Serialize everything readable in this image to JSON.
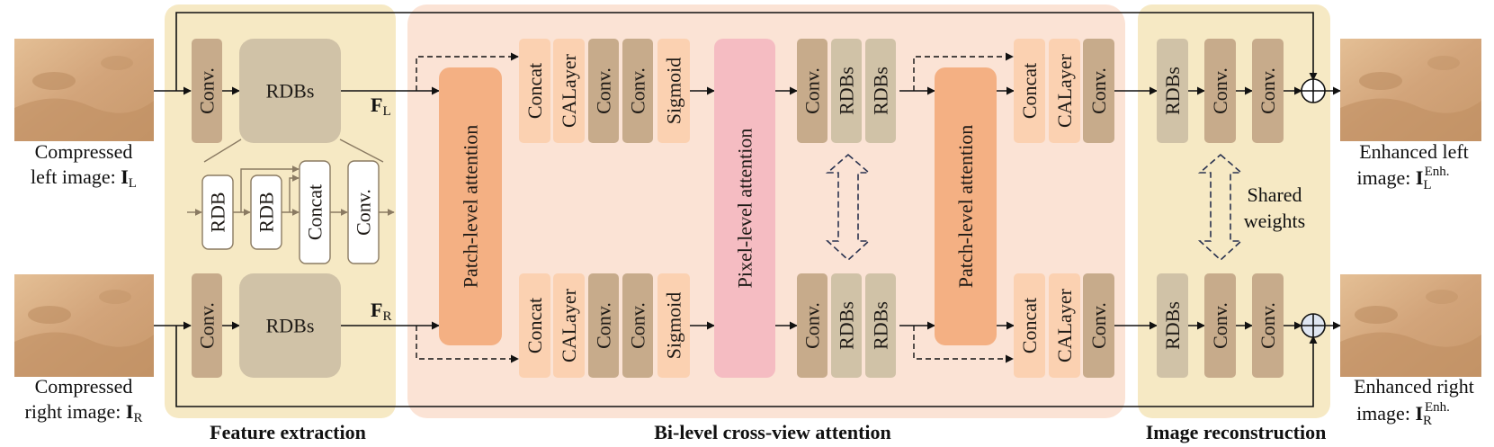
{
  "sections": {
    "feature_extraction": "Feature extraction",
    "cross_view": "Bi-level cross-view attention",
    "reconstruction": "Image reconstruction"
  },
  "inputs": {
    "left_line1": "Compressed",
    "left_line2": "left image: ",
    "left_sym": "I",
    "left_sub": "L",
    "right_line1": "Compressed",
    "right_line2": "right image: ",
    "right_sym": "I",
    "right_sub": "R"
  },
  "outputs": {
    "left_line1": "Enhanced left",
    "left_line2": "image: ",
    "left_sym": "I",
    "left_sub": "L",
    "left_sup": "Enh.",
    "right_line1": "Enhanced right",
    "right_line2": "image: ",
    "right_sym": "I",
    "right_sub": "R",
    "right_sup": "Enh."
  },
  "features": {
    "left_sym": "F",
    "left_sub": "L",
    "right_sym": "F",
    "right_sub": "R"
  },
  "blocks": {
    "conv": "Conv.",
    "rdbs": "RDBs",
    "rdb": "RDB",
    "concat": "Concat",
    "calayer": "CALayer",
    "sigmoid": "Sigmoid",
    "patch_attention": "Patch-level attention",
    "pixel_attention": "Pixel-level  attention"
  },
  "shared_weights": {
    "line1": "Shared",
    "line2": "weights"
  },
  "colors": {
    "feature_bg": "#f6e9c4",
    "attention_bg": "#fbe3d5",
    "conv": "#c7ab8b",
    "rdbs": "#d0c2a7",
    "concat": "#fbd1b1",
    "patch": "#f4b083",
    "pixel": "#f5bcc2",
    "arrow_dashed": "#2a3350",
    "photo": "#d8ae82"
  }
}
